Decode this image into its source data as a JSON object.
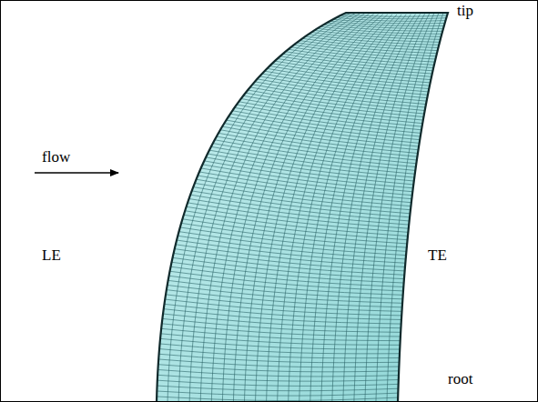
{
  "diagram": {
    "labels": [
      "tip",
      "flow",
      "LE",
      "TE",
      "root"
    ]
  }
}
